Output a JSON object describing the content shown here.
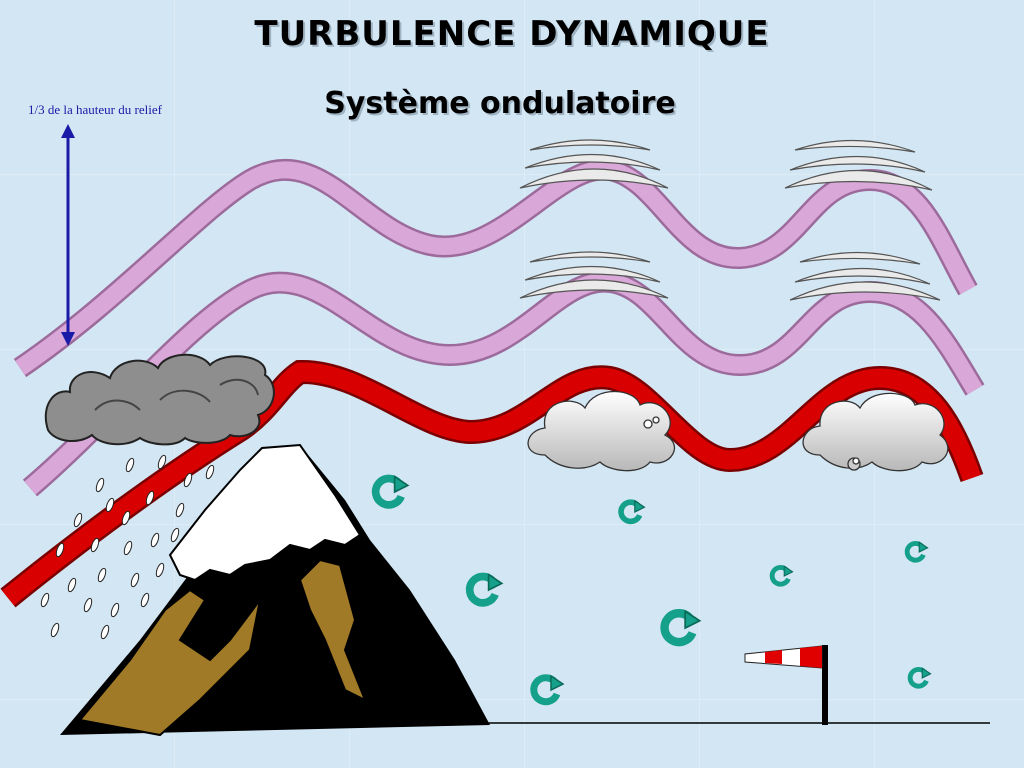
{
  "title": "TURBULENCE DYNAMIQUE",
  "subtitle": "Système ondulatoire",
  "height_label": "1/3 de la hauteur du relief",
  "colors": {
    "background": "#d3e6f3",
    "wave_pink": "#d9a8d8",
    "wave_red": "#d80000",
    "cloud_grey": "#8e8e8e",
    "lenticular": "#eaeaea",
    "rotor_green": "#14a08a",
    "mountain_black": "#000000",
    "mountain_brown": "#a07a26",
    "snow": "#ffffff",
    "arrow_blue": "#1a1aa8",
    "windsock_red": "#e00000"
  },
  "icons": [
    "rain-cloud-icon",
    "cumulus-cloud-icon",
    "lenticular-cloud-icon",
    "rotor-arrow-icon",
    "windsock-icon",
    "mountain-icon",
    "double-arrow-icon"
  ]
}
